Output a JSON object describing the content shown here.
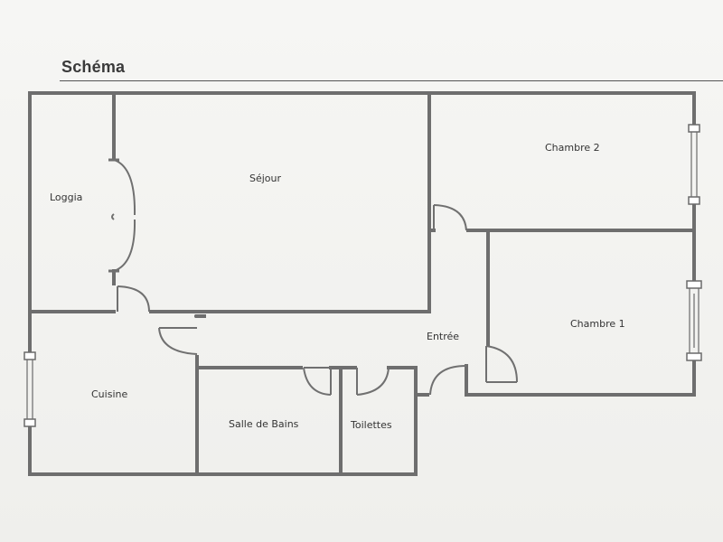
{
  "title": "Schéma",
  "rooms": {
    "loggia": "Loggia",
    "sejour": "Séjour",
    "chambre2": "Chambre 2",
    "chambre1": "Chambre 1",
    "entree": "Entrée",
    "cuisine": "Cuisine",
    "salle_de_bains": "Salle de Bains",
    "toilettes": "Toilettes"
  }
}
